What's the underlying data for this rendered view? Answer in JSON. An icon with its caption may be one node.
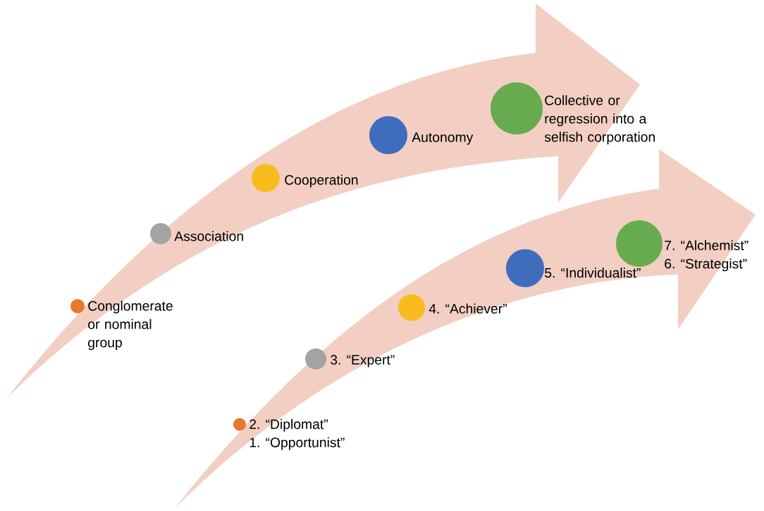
{
  "diagram": {
    "nodes": [
      {
        "text": [],
        "shape": "circle",
        "beside": [
          "Conglomerate or nominal group"
        ]
      },
      {
        "text": [],
        "shape": "circle",
        "beside": [
          "Association"
        ]
      },
      {
        "text": [],
        "shape": "circle",
        "beside": [
          "Cooperation"
        ]
      },
      {
        "text": [],
        "shape": "circle",
        "beside": [
          "Autonomy"
        ]
      },
      {
        "text": [],
        "shape": "circle",
        "beside": [
          "Collective or regression into a selfish corporation"
        ]
      },
      {
        "text": [],
        "shape": "circle",
        "beside": [
          "2. “Diplomat”",
          "1. “Opportunist”"
        ]
      },
      {
        "text": [],
        "shape": "circle",
        "beside": [
          "3. “Expert”"
        ]
      },
      {
        "text": [],
        "shape": "circle",
        "beside": [
          "4. “Achiever”"
        ]
      },
      {
        "text": [],
        "shape": "circle",
        "beside": [
          "5. “Individualist”"
        ]
      },
      {
        "text": [],
        "shape": "circle",
        "beside": [
          "7. “Alchemist”",
          "6. “Strategist”"
        ]
      }
    ]
  }
}
